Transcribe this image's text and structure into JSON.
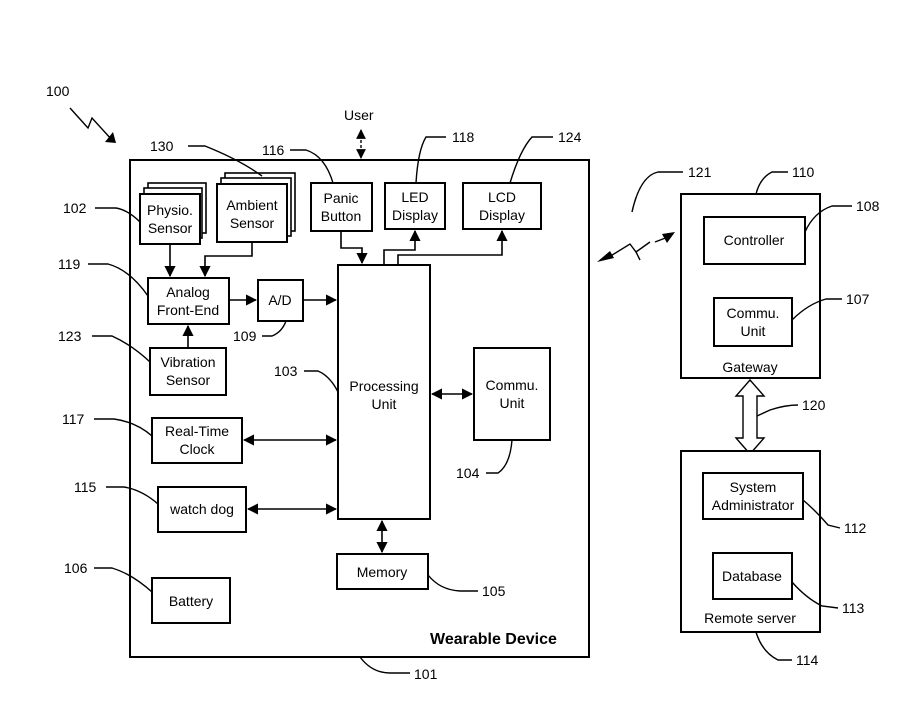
{
  "user_label": "User",
  "figure": {
    "ref": "100"
  },
  "wearable": {
    "title": "Wearable Device",
    "ref": "101",
    "physio_sensor": {
      "line1": "Physio.",
      "line2": "Sensor",
      "ref": "102"
    },
    "ambient_sensor": {
      "line1": "Ambient",
      "line2": "Sensor",
      "ref": "130"
    },
    "panic_button": {
      "line1": "Panic",
      "line2": "Button",
      "ref": "116"
    },
    "led_display": {
      "line1": "LED",
      "line2": "Display",
      "ref": "118"
    },
    "lcd_display": {
      "line1": "LCD",
      "line2": "Display",
      "ref": "124"
    },
    "analog_front_end": {
      "line1": "Analog",
      "line2": "Front-End",
      "ref": "119"
    },
    "ad": {
      "label": "A/D",
      "ref": "109"
    },
    "vibration_sensor": {
      "line1": "Vibration",
      "line2": "Sensor",
      "ref": "123"
    },
    "processing_unit": {
      "line1": "Processing",
      "line2": "Unit",
      "ref": "103"
    },
    "commu_unit": {
      "line1": "Commu.",
      "line2": "Unit",
      "ref": "104"
    },
    "real_time_clock": {
      "line1": "Real-Time",
      "line2": "Clock",
      "ref": "117"
    },
    "watch_dog": {
      "label": "watch dog",
      "ref": "115"
    },
    "memory": {
      "label": "Memory",
      "ref": "105"
    },
    "battery": {
      "label": "Battery",
      "ref": "106"
    }
  },
  "wireless": {
    "ref": "121"
  },
  "gateway": {
    "title": "Gateway",
    "ref": "110",
    "controller": {
      "label": "Controller",
      "ref": "108"
    },
    "commu_unit": {
      "line1": "Commu.",
      "line2": "Unit",
      "ref": "107"
    }
  },
  "link": {
    "ref": "120"
  },
  "remote_server": {
    "title": "Remote server",
    "ref": "114",
    "system_admin": {
      "line1": "System",
      "line2": "Administrator",
      "ref": "112"
    },
    "database": {
      "label": "Database",
      "ref": "113"
    }
  }
}
